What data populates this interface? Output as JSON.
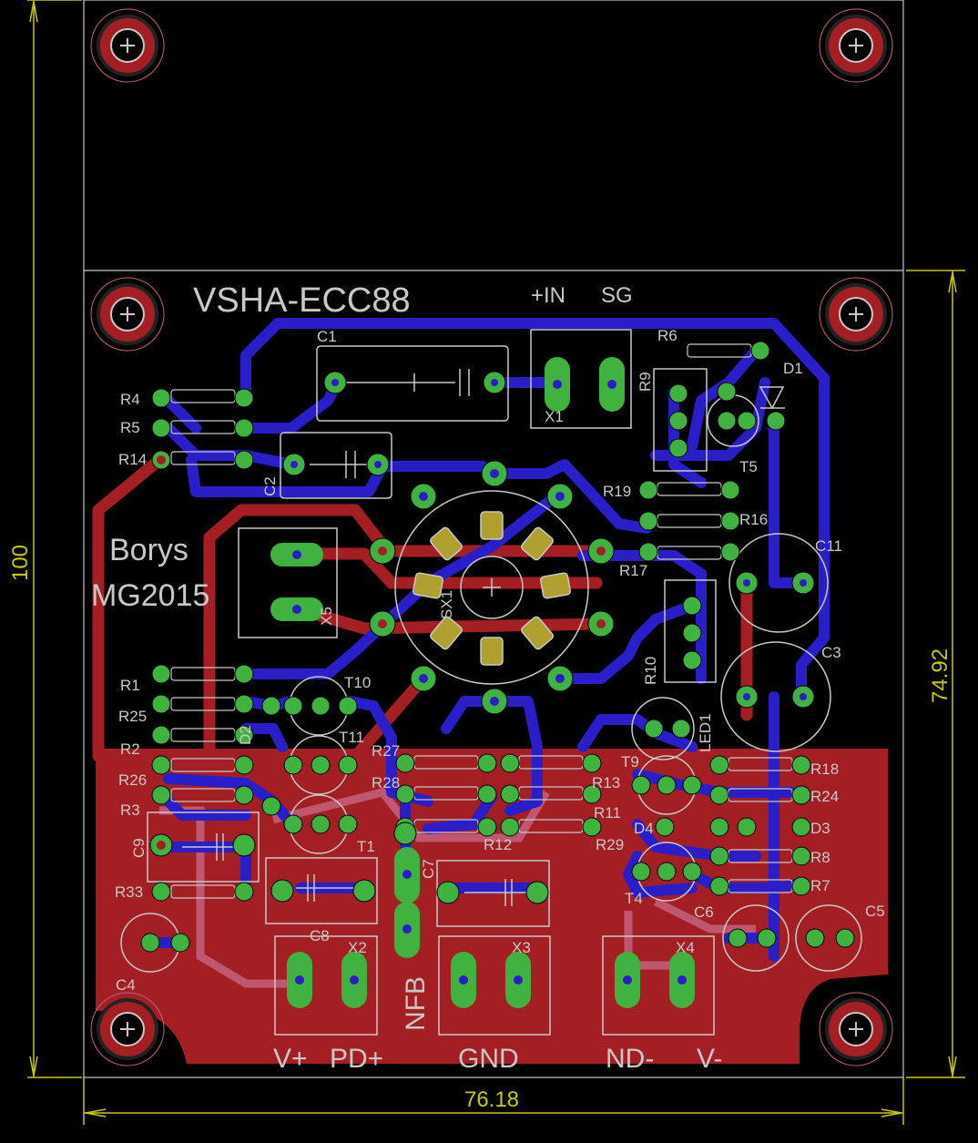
{
  "board": {
    "title": "VSHA-ECC88",
    "author_line1": "Borys",
    "author_line2": "MG2015"
  },
  "dimensions": {
    "height": "100",
    "width": "76.18",
    "lower_height": "74.92"
  },
  "connectors": {
    "in_plus": "+IN",
    "sg": "SG",
    "v_plus": "V+",
    "pd_plus": "PD+",
    "gnd": "GND",
    "nd_minus": "ND-",
    "v_minus": "V-",
    "nfb": "NFB"
  },
  "parts": {
    "r4": "R4",
    "r5": "R5",
    "r14": "R14",
    "r1": "R1",
    "r25": "R25",
    "r2": "R2",
    "r26": "R26",
    "r3": "R3",
    "r33": "R33",
    "r27": "R27",
    "r28": "R28",
    "r12": "R12",
    "r13": "R13",
    "r11": "R11",
    "r29": "R29",
    "r19": "R19",
    "r16": "R16",
    "r17": "R17",
    "r6": "R6",
    "r9": "R9",
    "r10": "R10",
    "r18": "R18",
    "r24": "R24",
    "r8": "R8",
    "r7": "R7",
    "c1": "C1",
    "c2": "C2",
    "c3": "C3",
    "c4": "C4",
    "c5": "C5",
    "c6": "C6",
    "c7": "C7",
    "c8": "C8",
    "c9": "C9",
    "c11": "C11",
    "t1": "T1",
    "t4": "T4",
    "t5": "T5",
    "t9": "T9",
    "t10": "T10",
    "t11": "T11",
    "d1": "D1",
    "d2": "D2",
    "d3": "D3",
    "d4": "D4",
    "led1": "LED1",
    "x1": "X1",
    "x2": "X2",
    "x3": "X3",
    "x4": "X4",
    "x5": "X5",
    "sx1": "SX1"
  },
  "colors": {
    "background": "#000000",
    "copper_bottom": "#a31f24",
    "copper_top": "#2a1ec8",
    "pad": "#3fb23f",
    "silk": "#c8c8c8",
    "dimension": "#c8c800"
  }
}
